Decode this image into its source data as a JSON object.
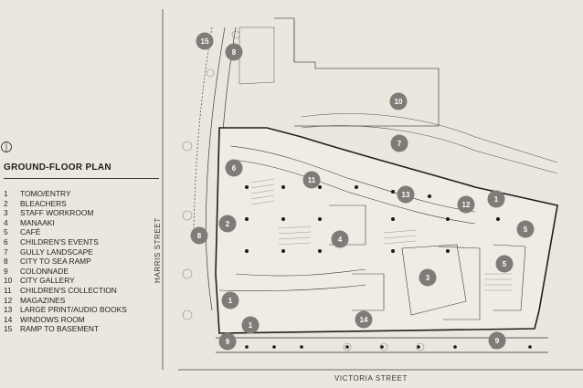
{
  "legend": {
    "title": "GROUND-FLOOR PLAN",
    "items": [
      {
        "num": "1",
        "label": "TOMO/ENTRY"
      },
      {
        "num": "2",
        "label": "BLEACHERS"
      },
      {
        "num": "3",
        "label": "STAFF WORKROOM"
      },
      {
        "num": "4",
        "label": "MANAAKI"
      },
      {
        "num": "5",
        "label": "CAFÉ"
      },
      {
        "num": "6",
        "label": "CHILDREN'S EVENTS"
      },
      {
        "num": "7",
        "label": "GULLY LANDSCAPE"
      },
      {
        "num": "8",
        "label": "CITY TO SEA RAMP"
      },
      {
        "num": "9",
        "label": "COLONNADE"
      },
      {
        "num": "10",
        "label": "CITY GALLERY"
      },
      {
        "num": "11",
        "label": "CHILDREN'S COLLECTION"
      },
      {
        "num": "12",
        "label": "MAGAZINES"
      },
      {
        "num": "13",
        "label": "LARGE PRINT/AUDIO BOOKS"
      },
      {
        "num": "14",
        "label": "WINDOWS ROOM"
      },
      {
        "num": "15",
        "label": "RAMP TO BASEMENT"
      }
    ]
  },
  "streets": {
    "harris": "HARRIS STREET",
    "victoria": "VICTORIA STREET"
  },
  "markers": [
    {
      "num": "15"
    },
    {
      "num": "8"
    },
    {
      "num": "10"
    },
    {
      "num": "7"
    },
    {
      "num": "6"
    },
    {
      "num": "11"
    },
    {
      "num": "13"
    },
    {
      "num": "12"
    },
    {
      "num": "1"
    },
    {
      "num": "2"
    },
    {
      "num": "5"
    },
    {
      "num": "8"
    },
    {
      "num": "4"
    },
    {
      "num": "5"
    },
    {
      "num": "3"
    },
    {
      "num": "1"
    },
    {
      "num": "14"
    },
    {
      "num": "1"
    },
    {
      "num": "9"
    },
    {
      "num": "9"
    }
  ],
  "colors": {
    "background": "#ebe7de",
    "marker": "#7f7c78",
    "linework": "#2a2a2a"
  }
}
